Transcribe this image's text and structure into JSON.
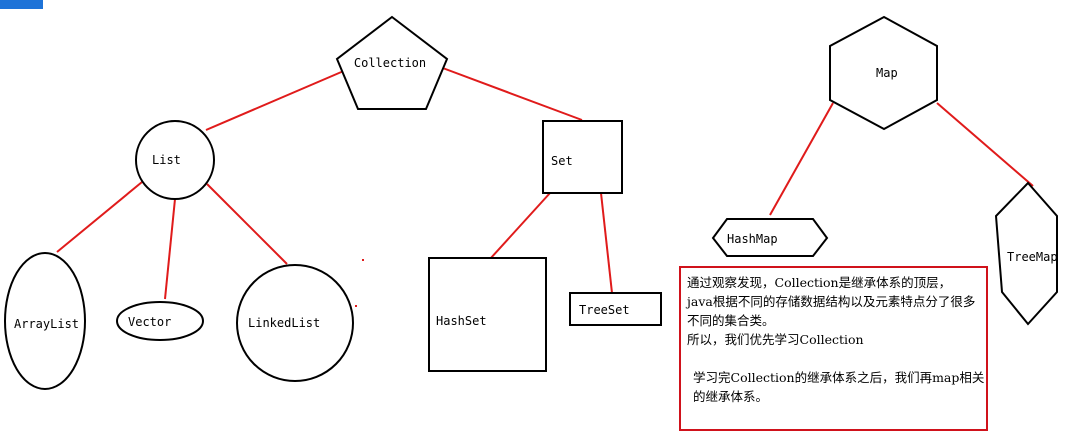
{
  "nodes": {
    "collection": "Collection",
    "list": "List",
    "set": "Set",
    "arraylist": "ArrayList",
    "vector": "Vector",
    "linkedlist": "LinkedList",
    "hashset": "HashSet",
    "treeset": "TreeSet",
    "map": "Map",
    "hashmap": "HashMap",
    "treemap": "TreeMap"
  },
  "note": {
    "line1": "通过观察发现，Collection是继承体系的顶层，",
    "line2": "java根据不同的存储数据结构以及元素特点分了很多",
    "line3": "不同的集合类。",
    "line4": "所以，我们优先学习Collection",
    "line5": "学习完Collection的继承体系之后，我们再map相关",
    "line6": "的继承体系。"
  },
  "colors": {
    "edge": "#e01b1b",
    "note_border": "#d0121b",
    "shape_stroke": "#000000",
    "corner_tab": "#1e73d8"
  }
}
